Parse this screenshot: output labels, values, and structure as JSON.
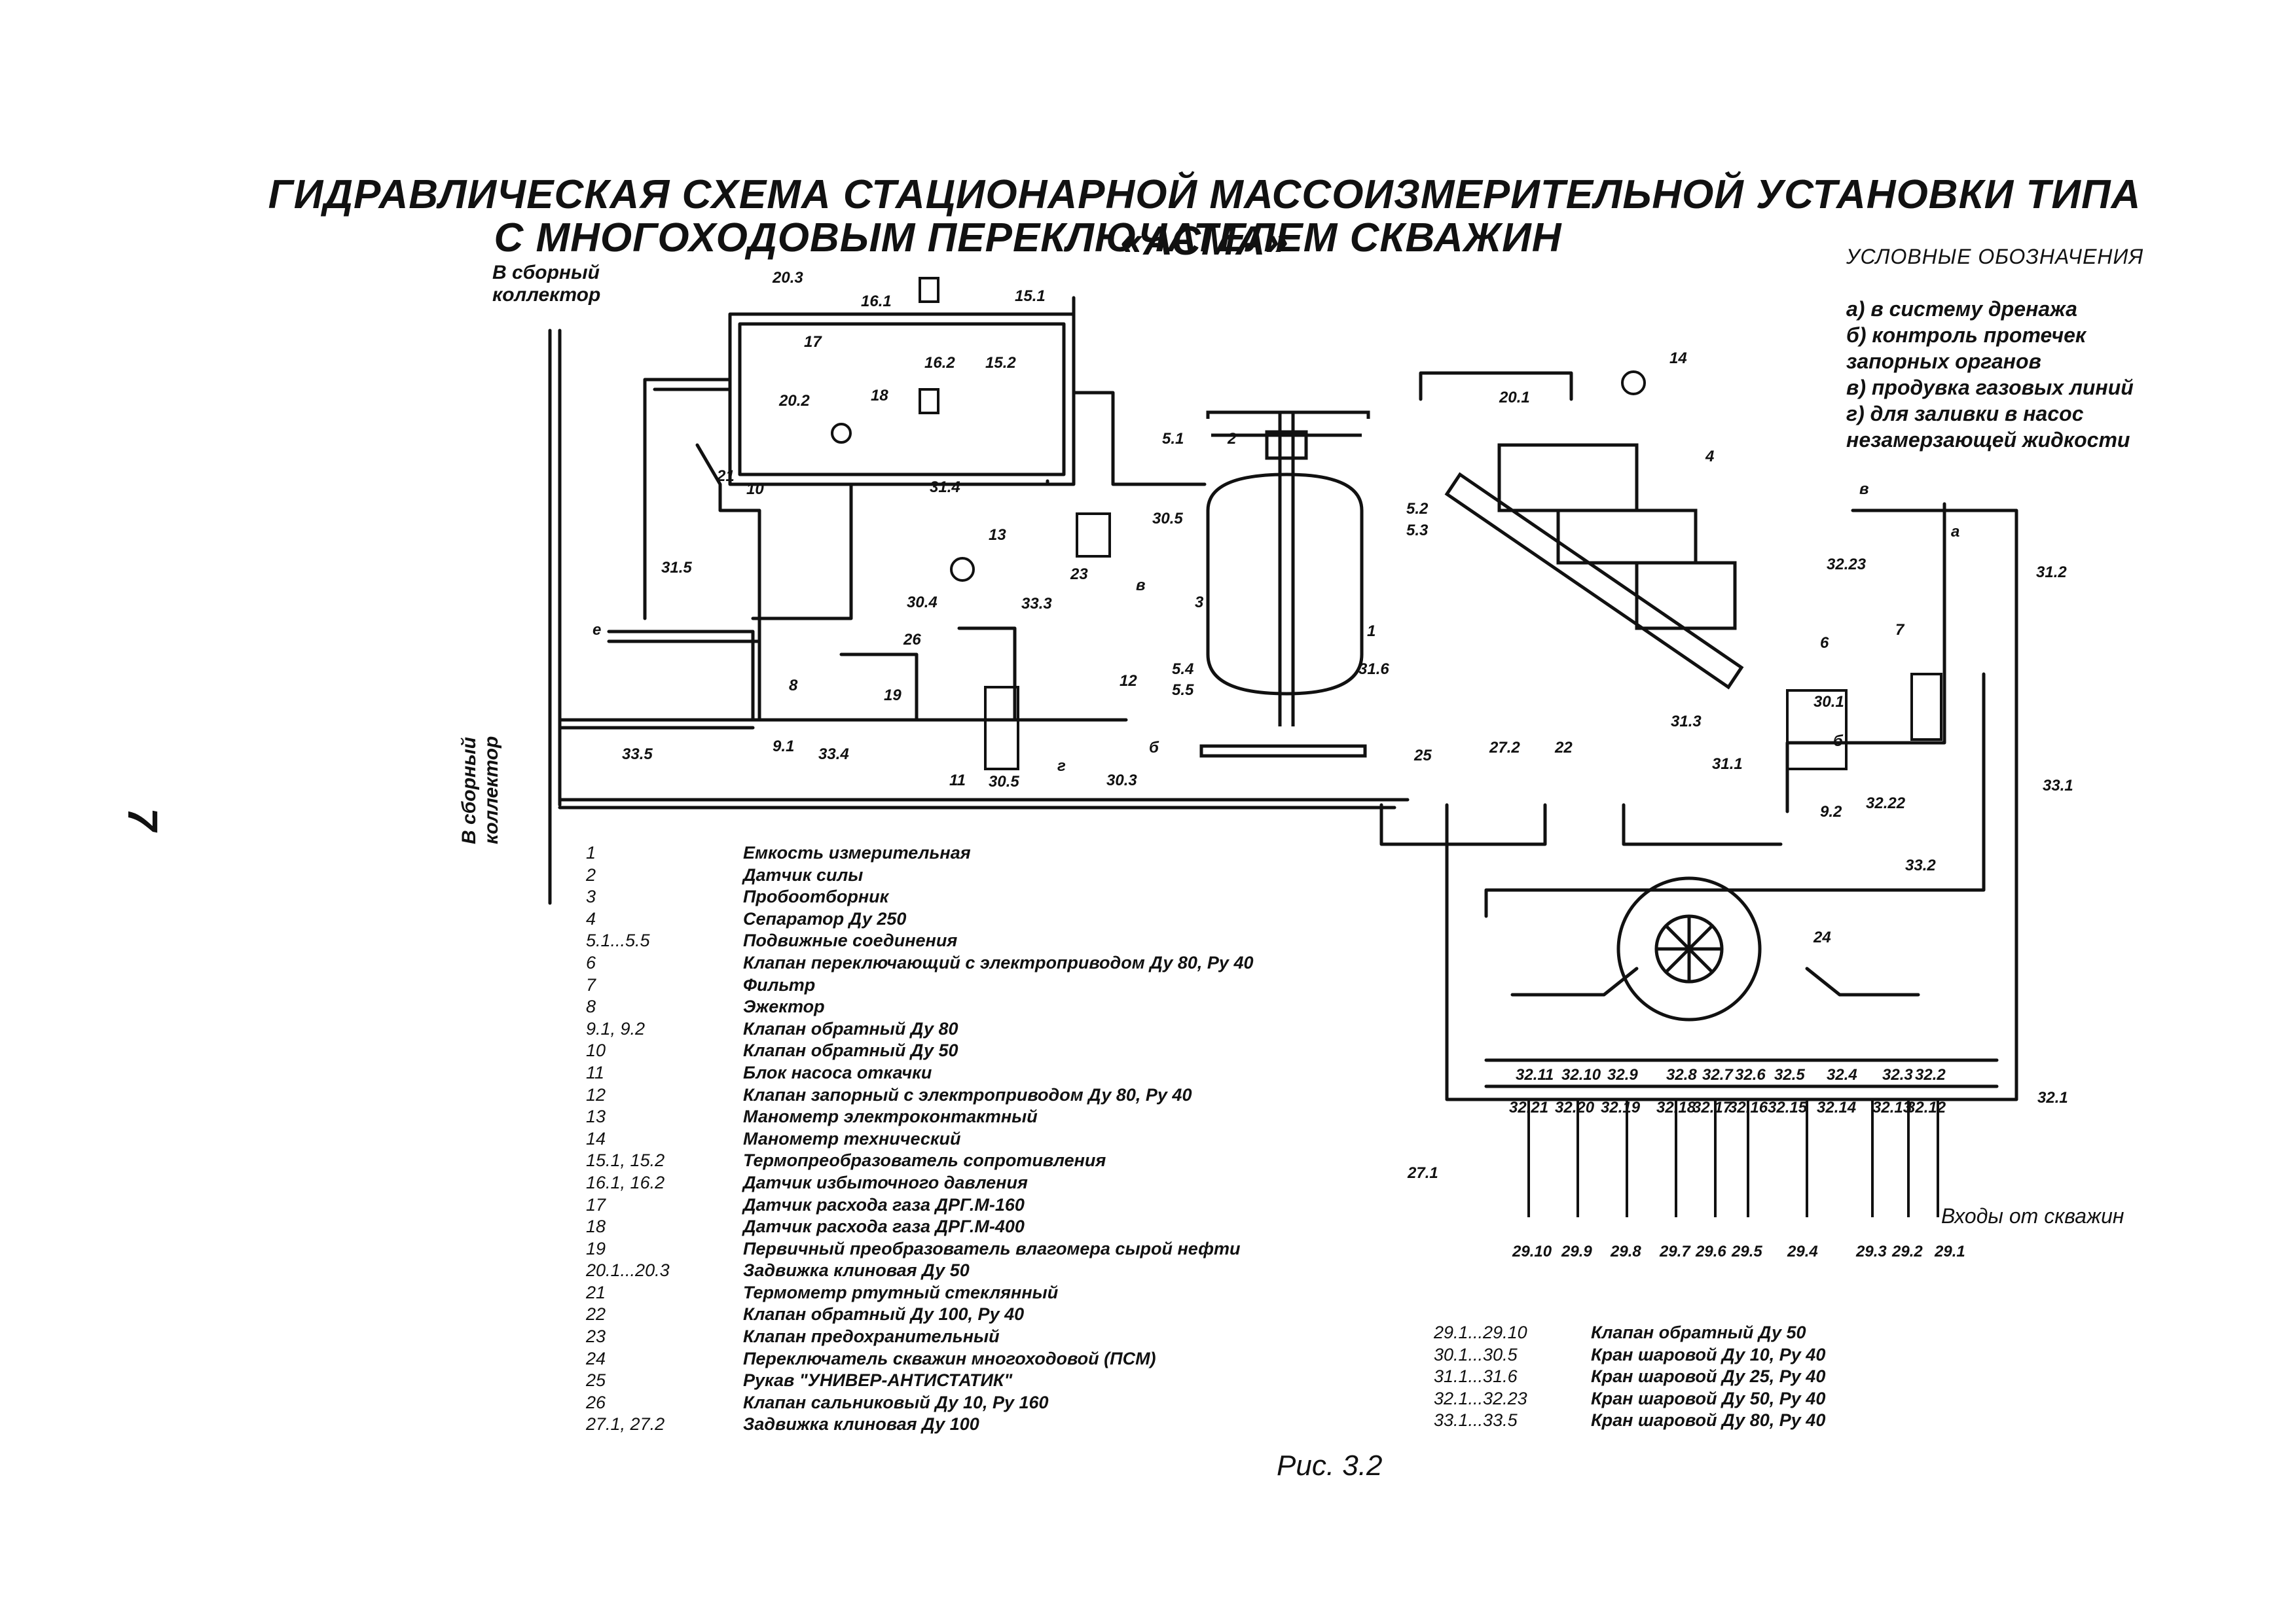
{
  "page_number": "7",
  "title": {
    "line1": "ГИДРАВЛИЧЕСКАЯ СХЕМА СТАЦИОНАРНОЙ МАССОИЗМЕРИТЕЛЬНОЙ УСТАНОВКИ ТИПА «АСМА»",
    "line2": "С МНОГОХОДОВЫМ ПЕРЕКЛЮЧАТЕЛЕМ СКВАЖИН"
  },
  "legend": {
    "heading": "УСЛОВНЫЕ ОБОЗНАЧЕНИЯ",
    "lines": [
      "а) в систему дренажа",
      "б) контроль протечек",
      "запорных органов",
      "в) продувка газовых линий",
      "г) для заливки в насос",
      "незамерзающей жидкости"
    ]
  },
  "collector_labels": {
    "top_line1": "В сборный",
    "top_line2": "коллектор",
    "side_line1": "В сборный",
    "side_line2": "коллектор"
  },
  "inputs_label": "Входы от скважин",
  "figure_caption": "Рис. 3.2",
  "parts": [
    {
      "num": "1",
      "desc": "Емкость измерительная"
    },
    {
      "num": "2",
      "desc": "Датчик силы"
    },
    {
      "num": "3",
      "desc": "Пробоотборник"
    },
    {
      "num": "4",
      "desc": "Сепаратор Ду 250"
    },
    {
      "num": "5.1...5.5",
      "desc": "Подвижные соединения"
    },
    {
      "num": "6",
      "desc": "Клапан переключающий с электроприводом Ду 80, Ру 40"
    },
    {
      "num": "7",
      "desc": "Фильтр"
    },
    {
      "num": "8",
      "desc": "Эжектор"
    },
    {
      "num": "9.1, 9.2",
      "desc": "Клапан обратный Ду 80"
    },
    {
      "num": "10",
      "desc": "Клапан обратный Ду 50"
    },
    {
      "num": "11",
      "desc": "Блок насоса откачки"
    },
    {
      "num": "12",
      "desc": "Клапан запорный с электроприводом Ду 80, Ру 40"
    },
    {
      "num": "13",
      "desc": "Манометр электроконтактный"
    },
    {
      "num": "14",
      "desc": "Манометр технический"
    },
    {
      "num": "15.1, 15.2",
      "desc": "Термопреобразователь сопротивления"
    },
    {
      "num": "16.1, 16.2",
      "desc": "Датчик избыточного давления"
    },
    {
      "num": "17",
      "desc": "Датчик расхода газа ДРГ.М-160"
    },
    {
      "num": "18",
      "desc": "Датчик расхода газа ДРГ.М-400"
    },
    {
      "num": "19",
      "desc": "Первичный преобразователь влагомера сырой нефти"
    },
    {
      "num": "20.1...20.3",
      "desc": "Задвижка клиновая Ду 50"
    },
    {
      "num": "21",
      "desc": "Термометр ртутный стеклянный"
    },
    {
      "num": "22",
      "desc": "Клапан обратный Ду 100, Ру 40"
    },
    {
      "num": "23",
      "desc": "Клапан предохранительный"
    },
    {
      "num": "24",
      "desc": "Переключатель скважин многоходовой (ПСМ)"
    },
    {
      "num": "25",
      "desc": "Рукав \"УНИВЕР-АНТИСТАТИК\""
    },
    {
      "num": "26",
      "desc": "Клапан сальниковый Ду 10, Ру 160"
    },
    {
      "num": "27.1, 27.2",
      "desc": "Задвижка клиновая Ду 100"
    }
  ],
  "parts2": [
    {
      "num": "29.1...29.10",
      "desc": "Клапан обратный Ду 50"
    },
    {
      "num": "30.1...30.5",
      "desc": "Кран шаровой Ду 10, Ру 40"
    },
    {
      "num": "31.1...31.6",
      "desc": "Кран шаровой Ду 25, Ру 40"
    },
    {
      "num": "32.1...32.23",
      "desc": "Кран шаровой Ду 50, Ру 40"
    },
    {
      "num": "33.1...33.5",
      "desc": "Кран шаровой Ду 80, Ру 40"
    }
  ],
  "labels": {
    "l_20_3": "20.3",
    "l_16_1": "16.1",
    "l_15_1": "15.1",
    "l_17": "17",
    "l_16_2": "16.2",
    "l_15_2": "15.2",
    "l_20_2": "20.2",
    "l_18": "18",
    "l_21": "21",
    "l_10": "10",
    "l_31_4": "31.4",
    "l_31_5": "31.5",
    "l_e": "е",
    "l_8": "8",
    "l_9_1": "9.1",
    "l_33_5": "33.5",
    "l_33_4": "33.4",
    "l_19": "19",
    "l_26": "26",
    "l_13": "13",
    "l_30_4": "30.4",
    "l_33_3": "33.3",
    "l_11": "11",
    "l_30_5b": "30.5",
    "l_g": "г",
    "l_30_3": "30.3",
    "l_b": "б",
    "l_12": "12",
    "l_23": "23",
    "l_30_5": "30.5",
    "l_v": "в",
    "l_5_1": "5.1",
    "l_2": "2",
    "l_3": "3",
    "l_1": "1",
    "l_5_4": "5.4",
    "l_5_5": "5.5",
    "l_31_6": "31.6",
    "l_25": "25",
    "l_5_2": "5.2",
    "l_5_3": "5.3",
    "l_20_1": "20.1",
    "l_14": "14",
    "l_4": "4",
    "l_27_2": "27.2",
    "l_22": "22",
    "l_6": "6",
    "l_30_1": "30.1",
    "l_b2": "б",
    "l_31_3": "31.3",
    "l_31_1": "31.1",
    "l_9_2": "9.2",
    "l_32_22": "32.22",
    "l_7": "7",
    "l_32_23": "32.23",
    "l_v2": "в",
    "l_a": "а",
    "l_31_2": "31.2",
    "l_33_1": "33.1",
    "l_33_2": "33.2",
    "l_24": "24",
    "l_32_1": "32.1",
    "l_27_1": "27.1",
    "l_29_10": "29.10",
    "l_29_9": "29.9",
    "l_29_8": "29.8",
    "l_29_7": "29.7",
    "l_29_6": "29.6",
    "l_29_5": "29.5",
    "l_29_4": "29.4",
    "l_29_3": "29.3",
    "l_29_2": "29.2",
    "l_29_1": "29.1"
  },
  "valve_tags": {
    "top_row": [
      "32.11",
      "32.10",
      "32.9",
      "32.8",
      "32.7",
      "32.6",
      "32.5",
      "32.4",
      "32.3",
      "32.2"
    ],
    "bottom_row": [
      "32.21",
      "32.20",
      "32.19",
      "32.18",
      "32.17",
      "32.16",
      "32.15",
      "32.14",
      "32.13",
      "32.12"
    ]
  }
}
